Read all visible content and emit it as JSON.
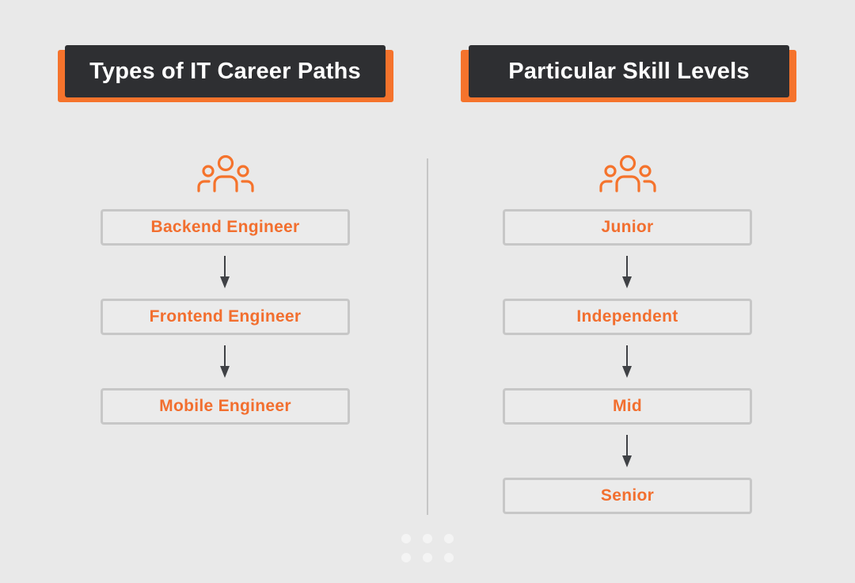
{
  "left_panel": {
    "title": "Types of IT Career Paths",
    "icon": "people-group-icon",
    "steps": [
      {
        "label": "Backend Engineer"
      },
      {
        "label": "Frontend Engineer"
      },
      {
        "label": "Mobile Engineer"
      }
    ]
  },
  "right_panel": {
    "title": "Particular Skill Levels",
    "icon": "people-group-icon",
    "steps": [
      {
        "label": "Junior"
      },
      {
        "label": "Independent"
      },
      {
        "label": "Mid"
      },
      {
        "label": "Senior"
      }
    ]
  },
  "colors": {
    "background": "#e9e9e9",
    "accent_orange": "#f5732c",
    "title_dark": "#2e2f32",
    "step_text": "#f26f2f",
    "step_border": "#c7c7c7",
    "arrow": "#3f4145",
    "divider": "#c6c6c6"
  }
}
